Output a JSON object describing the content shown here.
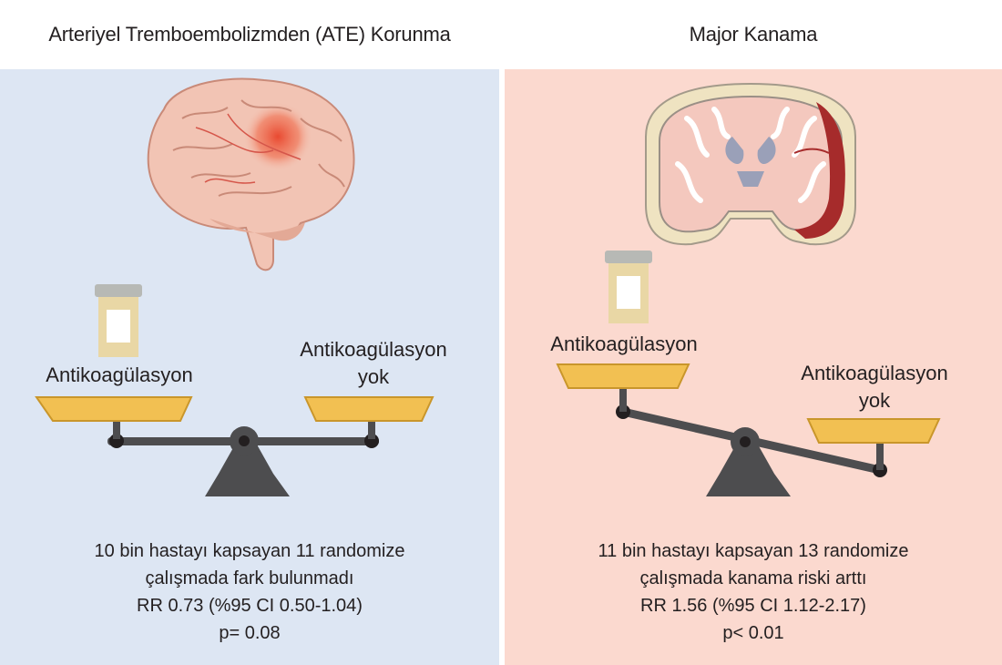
{
  "left_panel": {
    "title": "Arteriyel Tremboembolizmden (ATE) Korunma",
    "label_with": "Antikoagülasyon",
    "label_without_1": "Antikoagülasyon",
    "label_without_2": "yok",
    "caption_line1": "10 bin hastayı kapsayan 11 randomize",
    "caption_line2": "çalışmada fark bulunmadı",
    "caption_line3": "RR 0.73 (%95 CI 0.50-1.04)",
    "caption_line4": "p= 0.08",
    "background": "#dde6f3"
  },
  "right_panel": {
    "title": "Major Kanama",
    "label_with": "Antikoagülasyon",
    "label_without_1": "Antikoagülasyon",
    "label_without_2": "yok",
    "caption_line1": "11 bin hastayı kapsayan 13 randomize",
    "caption_line2": "çalışmada kanama riski arttı",
    "caption_line3": "RR 1.56 (%95 CI 1.12-2.17)",
    "caption_line4": "p< 0.01",
    "background": "#fbd9cf"
  },
  "colors": {
    "pan": "#f2c052",
    "beam": "#4d4d4f",
    "brain": "#f2c4b4",
    "stroke_highlight": "#e8432a",
    "hemorrhage": "#a62b2b"
  },
  "icons": [
    "brain-icon",
    "pill-bottle-icon",
    "balance-scale-icon",
    "brain-section-icon"
  ]
}
